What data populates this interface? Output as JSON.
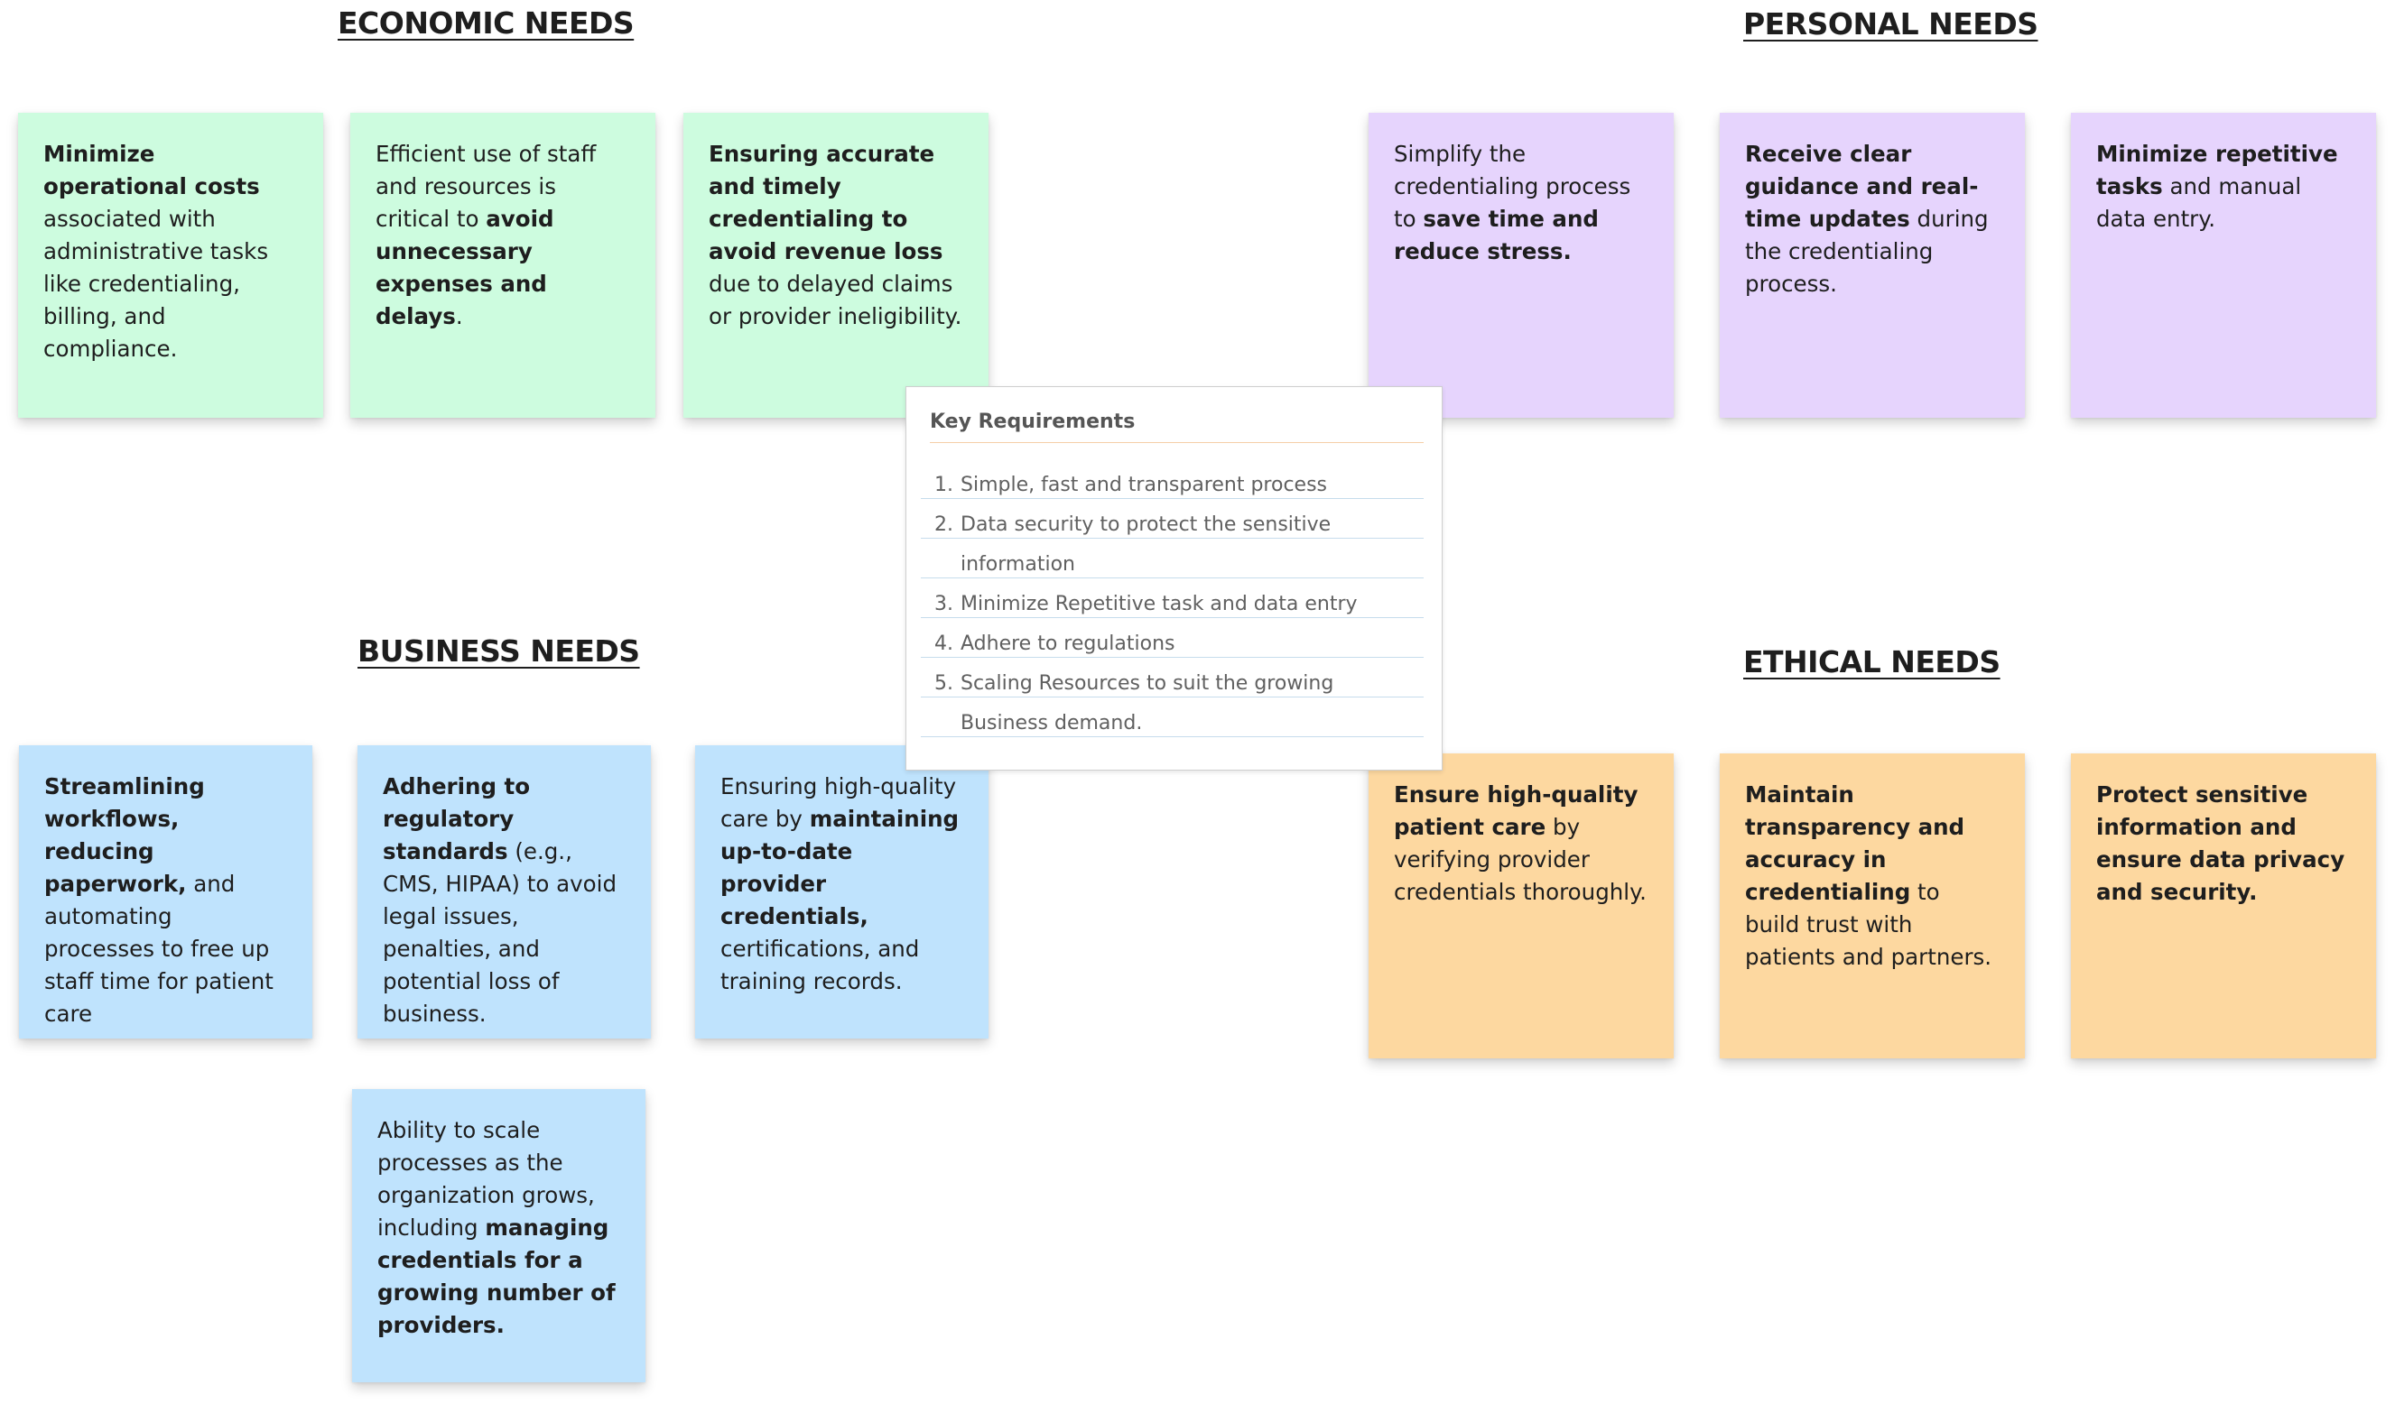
{
  "headings": {
    "economic": "ECONOMIC NEEDS",
    "personal": "PERSONAL NEEDS",
    "business": "BUSINESS NEEDS",
    "ethical": "ETHICAL NEEDS"
  },
  "economic_notes": [
    [
      {
        "t": "Minimize operational costs",
        "b": true
      },
      {
        "t": " associated with administrative tasks like credentialing, billing, and compliance.",
        "b": false
      }
    ],
    [
      {
        "t": "Efficient use of staff and resources is critical to ",
        "b": false
      },
      {
        "t": "avoid unnecessary expenses and delays",
        "b": true
      },
      {
        "t": ".",
        "b": false
      }
    ],
    [
      {
        "t": "Ensuring accurate and timely credentialing to avoid revenue loss",
        "b": true
      },
      {
        "t": " due to delayed claims or provider ineligibility.",
        "b": false
      }
    ]
  ],
  "personal_notes": [
    [
      {
        "t": "Simplify the credentialing process to ",
        "b": false
      },
      {
        "t": "save time and reduce stress.",
        "b": true
      }
    ],
    [
      {
        "t": "Receive clear guidance and real-time updates",
        "b": true
      },
      {
        "t": " during the credentialing process.",
        "b": false
      }
    ],
    [
      {
        "t": "Minimize repetitive tasks",
        "b": true
      },
      {
        "t": " and manual data entry.",
        "b": false
      }
    ]
  ],
  "business_notes": [
    [
      {
        "t": "Streamlining workflows, reducing paperwork,",
        "b": true
      },
      {
        "t": " and automating processes to free up staff time for patient care",
        "b": false
      }
    ],
    [
      {
        "t": "Adhering to regulatory standards",
        "b": true
      },
      {
        "t": " (e.g., CMS, HIPAA) to avoid legal issues, penalties, and potential loss of business.",
        "b": false
      }
    ],
    [
      {
        "t": "Ensuring high-quality care by ",
        "b": false
      },
      {
        "t": "maintaining up-to-date provider credentials,",
        "b": true
      },
      {
        "t": " certifications, and training records.",
        "b": false
      }
    ],
    [
      {
        "t": "Ability to scale processes as the organization grows, including ",
        "b": false
      },
      {
        "t": "managing credentials for a growing number of providers.",
        "b": true
      }
    ]
  ],
  "ethical_notes": [
    [
      {
        "t": "Ensure high-quality patient care",
        "b": true
      },
      {
        "t": " by verifying provider credentials thoroughly.",
        "b": false
      }
    ],
    [
      {
        "t": "Maintain transparency and accuracy in credentialing",
        "b": true
      },
      {
        "t": " to build trust with patients and partners.",
        "b": false
      }
    ],
    [
      {
        "t": "Protect sensitive information and ensure data privacy and security.",
        "b": true
      }
    ]
  ],
  "key_requirements": {
    "title": "Key Requirements",
    "rows": [
      {
        "num": "1.",
        "text": "Simple, fast and transparent process"
      },
      {
        "num": "2.",
        "text": "Data security to protect the sensitive"
      },
      {
        "num": "",
        "text": "information"
      },
      {
        "num": "3.",
        "text": "Minimize Repetitive task and data entry"
      },
      {
        "num": "4.",
        "text": "Adhere to regulations"
      },
      {
        "num": "5.",
        "text": "Scaling Resources to suit the growing"
      },
      {
        "num": "",
        "text": "Business demand."
      }
    ]
  }
}
